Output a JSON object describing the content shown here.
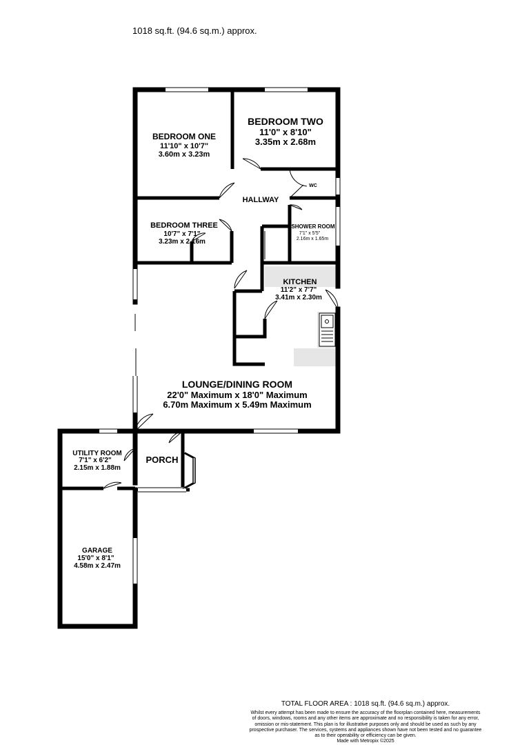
{
  "header": {
    "area_approx": "1018 sq.ft. (94.6 sq.m.) approx."
  },
  "rooms": {
    "bedroom_one": {
      "name": "BEDROOM ONE",
      "imperial": "11'10\"  x 10'7\"",
      "metric": "3.60m  x 3.23m"
    },
    "bedroom_two": {
      "name": "BEDROOM TWO",
      "imperial": "11'0\"  x 8'10\"",
      "metric": "3.35m  x 2.68m"
    },
    "bedroom_three": {
      "name": "BEDROOM THREE",
      "imperial": "10'7\"  x 7'1\"",
      "metric": "3.23m  x 2.16m"
    },
    "hallway": {
      "name": "HALLWAY"
    },
    "wc": {
      "name": "WC"
    },
    "shower_room": {
      "name": "SHOWER ROOM",
      "imperial": "7'1\"  x 5'5\"",
      "metric": "2.16m  x 1.65m"
    },
    "kitchen": {
      "name": "KITCHEN",
      "imperial": "11'2\"  x 7'7\"",
      "metric": "3.41m  x 2.30m"
    },
    "lounge": {
      "name": "LOUNGE/DINING ROOM",
      "imperial": "22'0\" Maximum x 18'0\" Maximum",
      "metric": "6.70m Maximum x 5.49m Maximum"
    },
    "utility": {
      "name": "UTILITY ROOM",
      "imperial": "7'1\"  x 6'2\"",
      "metric": "2.15m  x 1.88m"
    },
    "porch": {
      "name": "PORCH"
    },
    "garage": {
      "name": "GARAGE",
      "imperial": "15'0\"  x 8'1\"",
      "metric": "4.58m  x 2.47m"
    }
  },
  "colors": {
    "wall": "#000000",
    "kitchen_fill": "#e6e6e6",
    "window": "#bfbfbf"
  },
  "footer": {
    "total": "TOTAL FLOOR AREA : 1018 sq.ft. (94.6 sq.m.) approx.",
    "disclaimer_1": "Whilst every attempt has been made to ensure the accuracy of the floorplan contained here, measurements",
    "disclaimer_2": "of doors, windows, rooms and any other items are approximate and no responsibility is taken for any error,",
    "disclaimer_3": "omission or mis-statement. This plan is for illustrative purposes only and should be used as such by any",
    "disclaimer_4": "prospective purchaser. The services, systems and appliances shown have not been tested and no guarantee",
    "disclaimer_5": "as to their operability or efficiency can be given.",
    "credit": "Made with Metropix ©2025"
  }
}
